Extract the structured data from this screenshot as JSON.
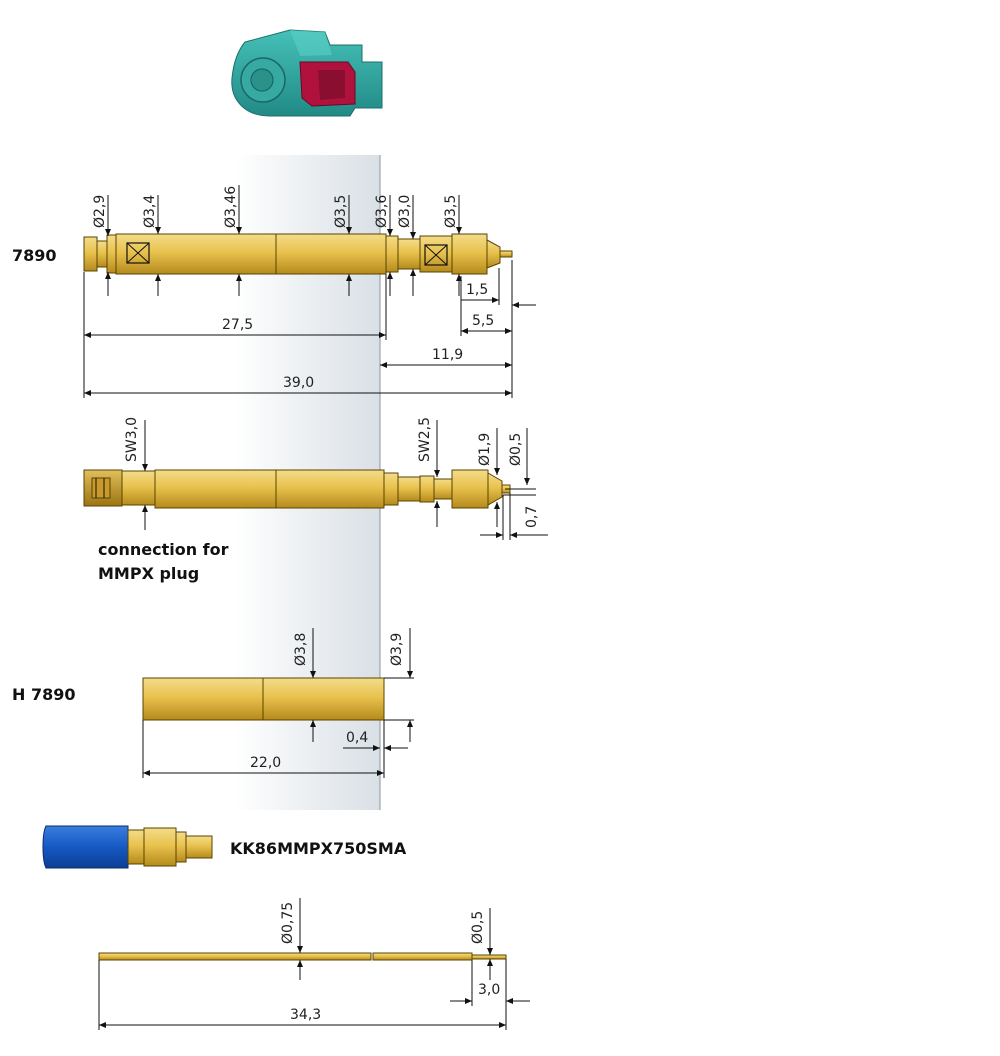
{
  "parts": {
    "probe": {
      "label": "7890"
    },
    "receptacle": {
      "label": "H 7890"
    },
    "cable": {
      "label": "KK86MMPX750SMA"
    },
    "mmpx": {
      "note_line1": "connection for",
      "note_line2": "MMPX plug"
    }
  },
  "dims": {
    "probe": {
      "d1": "Ø2,9",
      "d2": "Ø3,4",
      "d3": "Ø3,46",
      "d4": "Ø3,5",
      "d5": "Ø3,6",
      "d6": "Ø3,0",
      "d7": "Ø3,5",
      "l1": "1,5",
      "l2": "5,5",
      "l3": "27,5",
      "l4": "11,9",
      "l5": "39,0"
    },
    "mmpx": {
      "sw1": "SW3,0",
      "sw2": "SW2,5",
      "d1": "Ø1,9",
      "d2": "Ø0,5",
      "l1": "0,7"
    },
    "receptacle": {
      "d1": "Ø3,8",
      "d2": "Ø3,9",
      "l1": "0,4",
      "l2": "22,0"
    },
    "pin": {
      "d1": "Ø0,75",
      "d2": "Ø0,5",
      "l1": "3,0",
      "l2": "34,3"
    }
  },
  "colors": {
    "gold": "#e7c15a",
    "teal": "#2fa6a0",
    "magenta": "#b0123d",
    "cable_blue": "#1a5fc7",
    "shade": "#dfe5ea"
  }
}
